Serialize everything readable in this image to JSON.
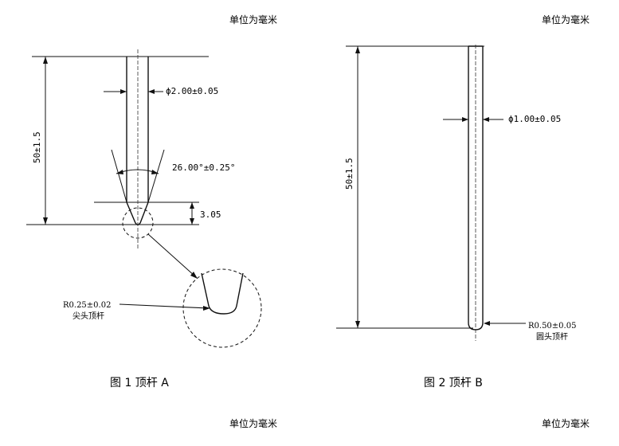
{
  "units": {
    "top_left": "单位为毫米",
    "top_right": "单位为毫米",
    "bottom_left": "单位为毫米",
    "bottom_right": "单位为毫米"
  },
  "figure_a": {
    "length": "50±1.5",
    "diameter": "ϕ2.00±0.05",
    "angle": "26.00°±0.25°",
    "tip_height": "3.05",
    "radius": "R0.25±0.02",
    "tip_label": "尖头顶杆",
    "caption": "图 1   顶杆 A"
  },
  "figure_b": {
    "length": "50±1.5",
    "diameter": "ϕ1.00±0.05",
    "radius": "R0.50±0.05",
    "tip_label": "圆头顶杆",
    "caption": "图 2   顶杆 B"
  }
}
